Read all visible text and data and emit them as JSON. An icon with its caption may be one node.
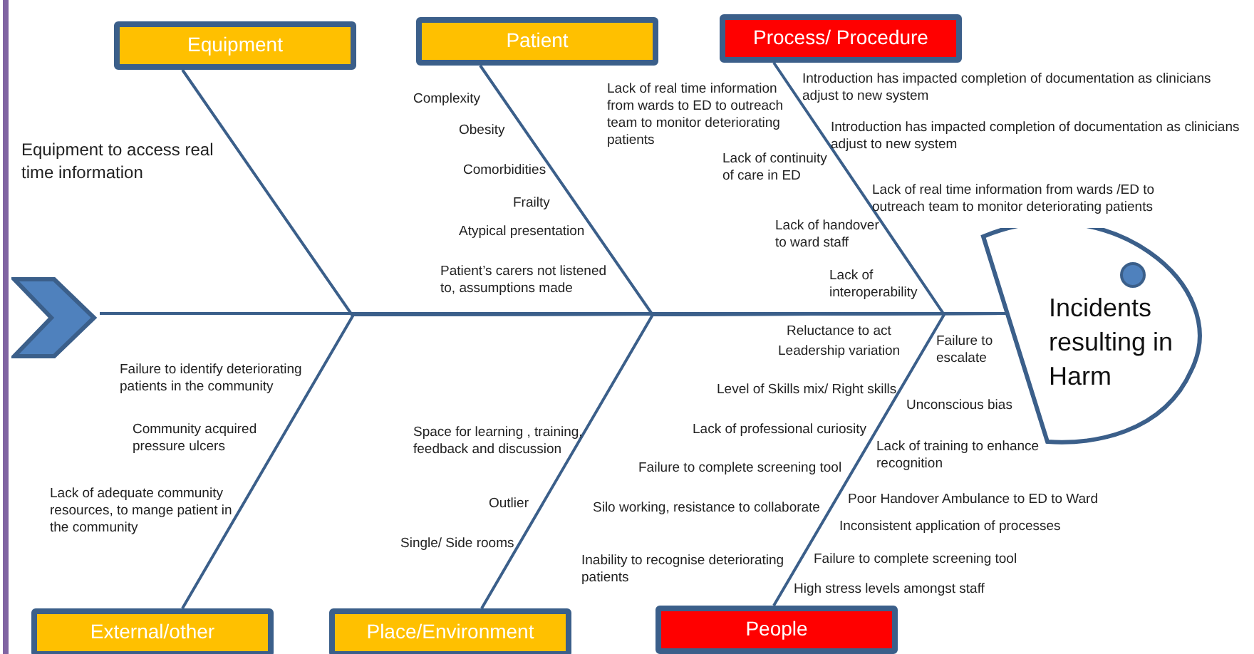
{
  "diagram": {
    "nodes": [
      {
        "text": [
          "Equipment"
        ]
      },
      {
        "text": [
          "Patient"
        ]
      },
      {
        "text": [
          "Process/ Procedure"
        ]
      },
      {
        "text": [],
        "shape": "chevron"
      },
      {
        "text": [
          "Incidents resulting in Harm"
        ]
      },
      {
        "text": [
          "External/other"
        ]
      },
      {
        "text": [
          "Place/Environment"
        ]
      },
      {
        "text": [
          "People"
        ]
      }
    ],
    "edges": [
      {
        "from": 3,
        "to": 4,
        "arrow": "none"
      },
      {
        "from": 0,
        "to": 4,
        "arrow": "none"
      },
      {
        "from": 1,
        "to": 4,
        "arrow": "none"
      },
      {
        "from": 2,
        "to": 4,
        "arrow": "none"
      },
      {
        "from": 5,
        "to": 4,
        "arrow": "none"
      },
      {
        "from": 6,
        "to": 4,
        "arrow": "none"
      },
      {
        "from": 7,
        "to": 4,
        "arrow": "none"
      }
    ],
    "labels": [
      "Equipment to access real time information",
      "Complexity",
      "Obesity",
      "Comorbidities",
      "Frailty",
      "Atypical presentation",
      "Patient’s carers not listened to, assumptions made",
      "Lack of real time information from wards to ED to outreach team to monitor deteriorating patients",
      "Introduction has impacted completion of documentation as clinicians adjust to new system",
      "Introduction has impacted completion of documentation as clinicians adjust to new system",
      "Lack of continuity of care in ED",
      "Lack of real time information from wards /ED to outreach team to monitor deteriorating patients",
      "Lack of handover to ward staff",
      "Lack of interoperability",
      "Reluctance to act",
      "Leadership variation",
      "Failure to escalate",
      "Level of Skills mix/ Right skills",
      "Unconscious bias",
      "Lack of professional curiosity",
      "Lack of training to enhance recognition",
      "Failure to complete screening tool",
      "Poor Handover Ambulance to ED to Ward",
      "Silo working, resistance to collaborate",
      "Inconsistent application of processes",
      "Failure to complete screening tool",
      "Inability to recognise deteriorating patients",
      "High stress levels amongst staff",
      "Failure to identify deteriorating patients in the community",
      "Community acquired pressure ulcers",
      "Lack of adequate community resources, to mange patient in the community",
      "Space for learning , training, feedback and discussion",
      "Outlier",
      "Single/ Side rooms"
    ]
  }
}
